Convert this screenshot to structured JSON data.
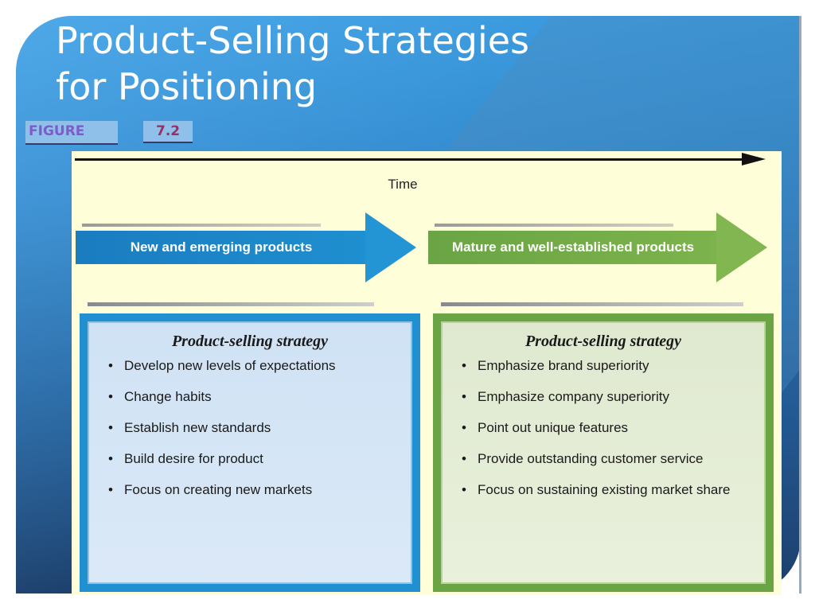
{
  "title": {
    "line1": "Product-Selling Strategies",
    "line2": "for Positioning"
  },
  "figure": {
    "word": "FIGURE",
    "number": "7.2"
  },
  "diagram": {
    "time_label": "Time",
    "arrows": [
      {
        "label": "New and emerging products",
        "color": "#1e8fd0"
      },
      {
        "label": "Mature and well-established products",
        "color": "#7cb34c"
      }
    ],
    "boxes": [
      {
        "heading": "Product-selling strategy",
        "items": [
          "Develop new levels of expectations",
          "Change habits",
          "Establish new standards",
          "Build desire for product",
          "Focus on creating new markets"
        ]
      },
      {
        "heading": "Product-selling strategy",
        "items": [
          "Emphasize brand superiority",
          "Emphasize company superiority",
          "Point out unique features",
          "Provide outstanding customer service",
          "Focus on sustaining existing market share"
        ]
      }
    ],
    "bullet": "•"
  },
  "colors": {
    "background": "#2a7fc4",
    "panel": "#fefed8",
    "blue_accent": "#2090d0",
    "green_accent": "#6aa444"
  }
}
